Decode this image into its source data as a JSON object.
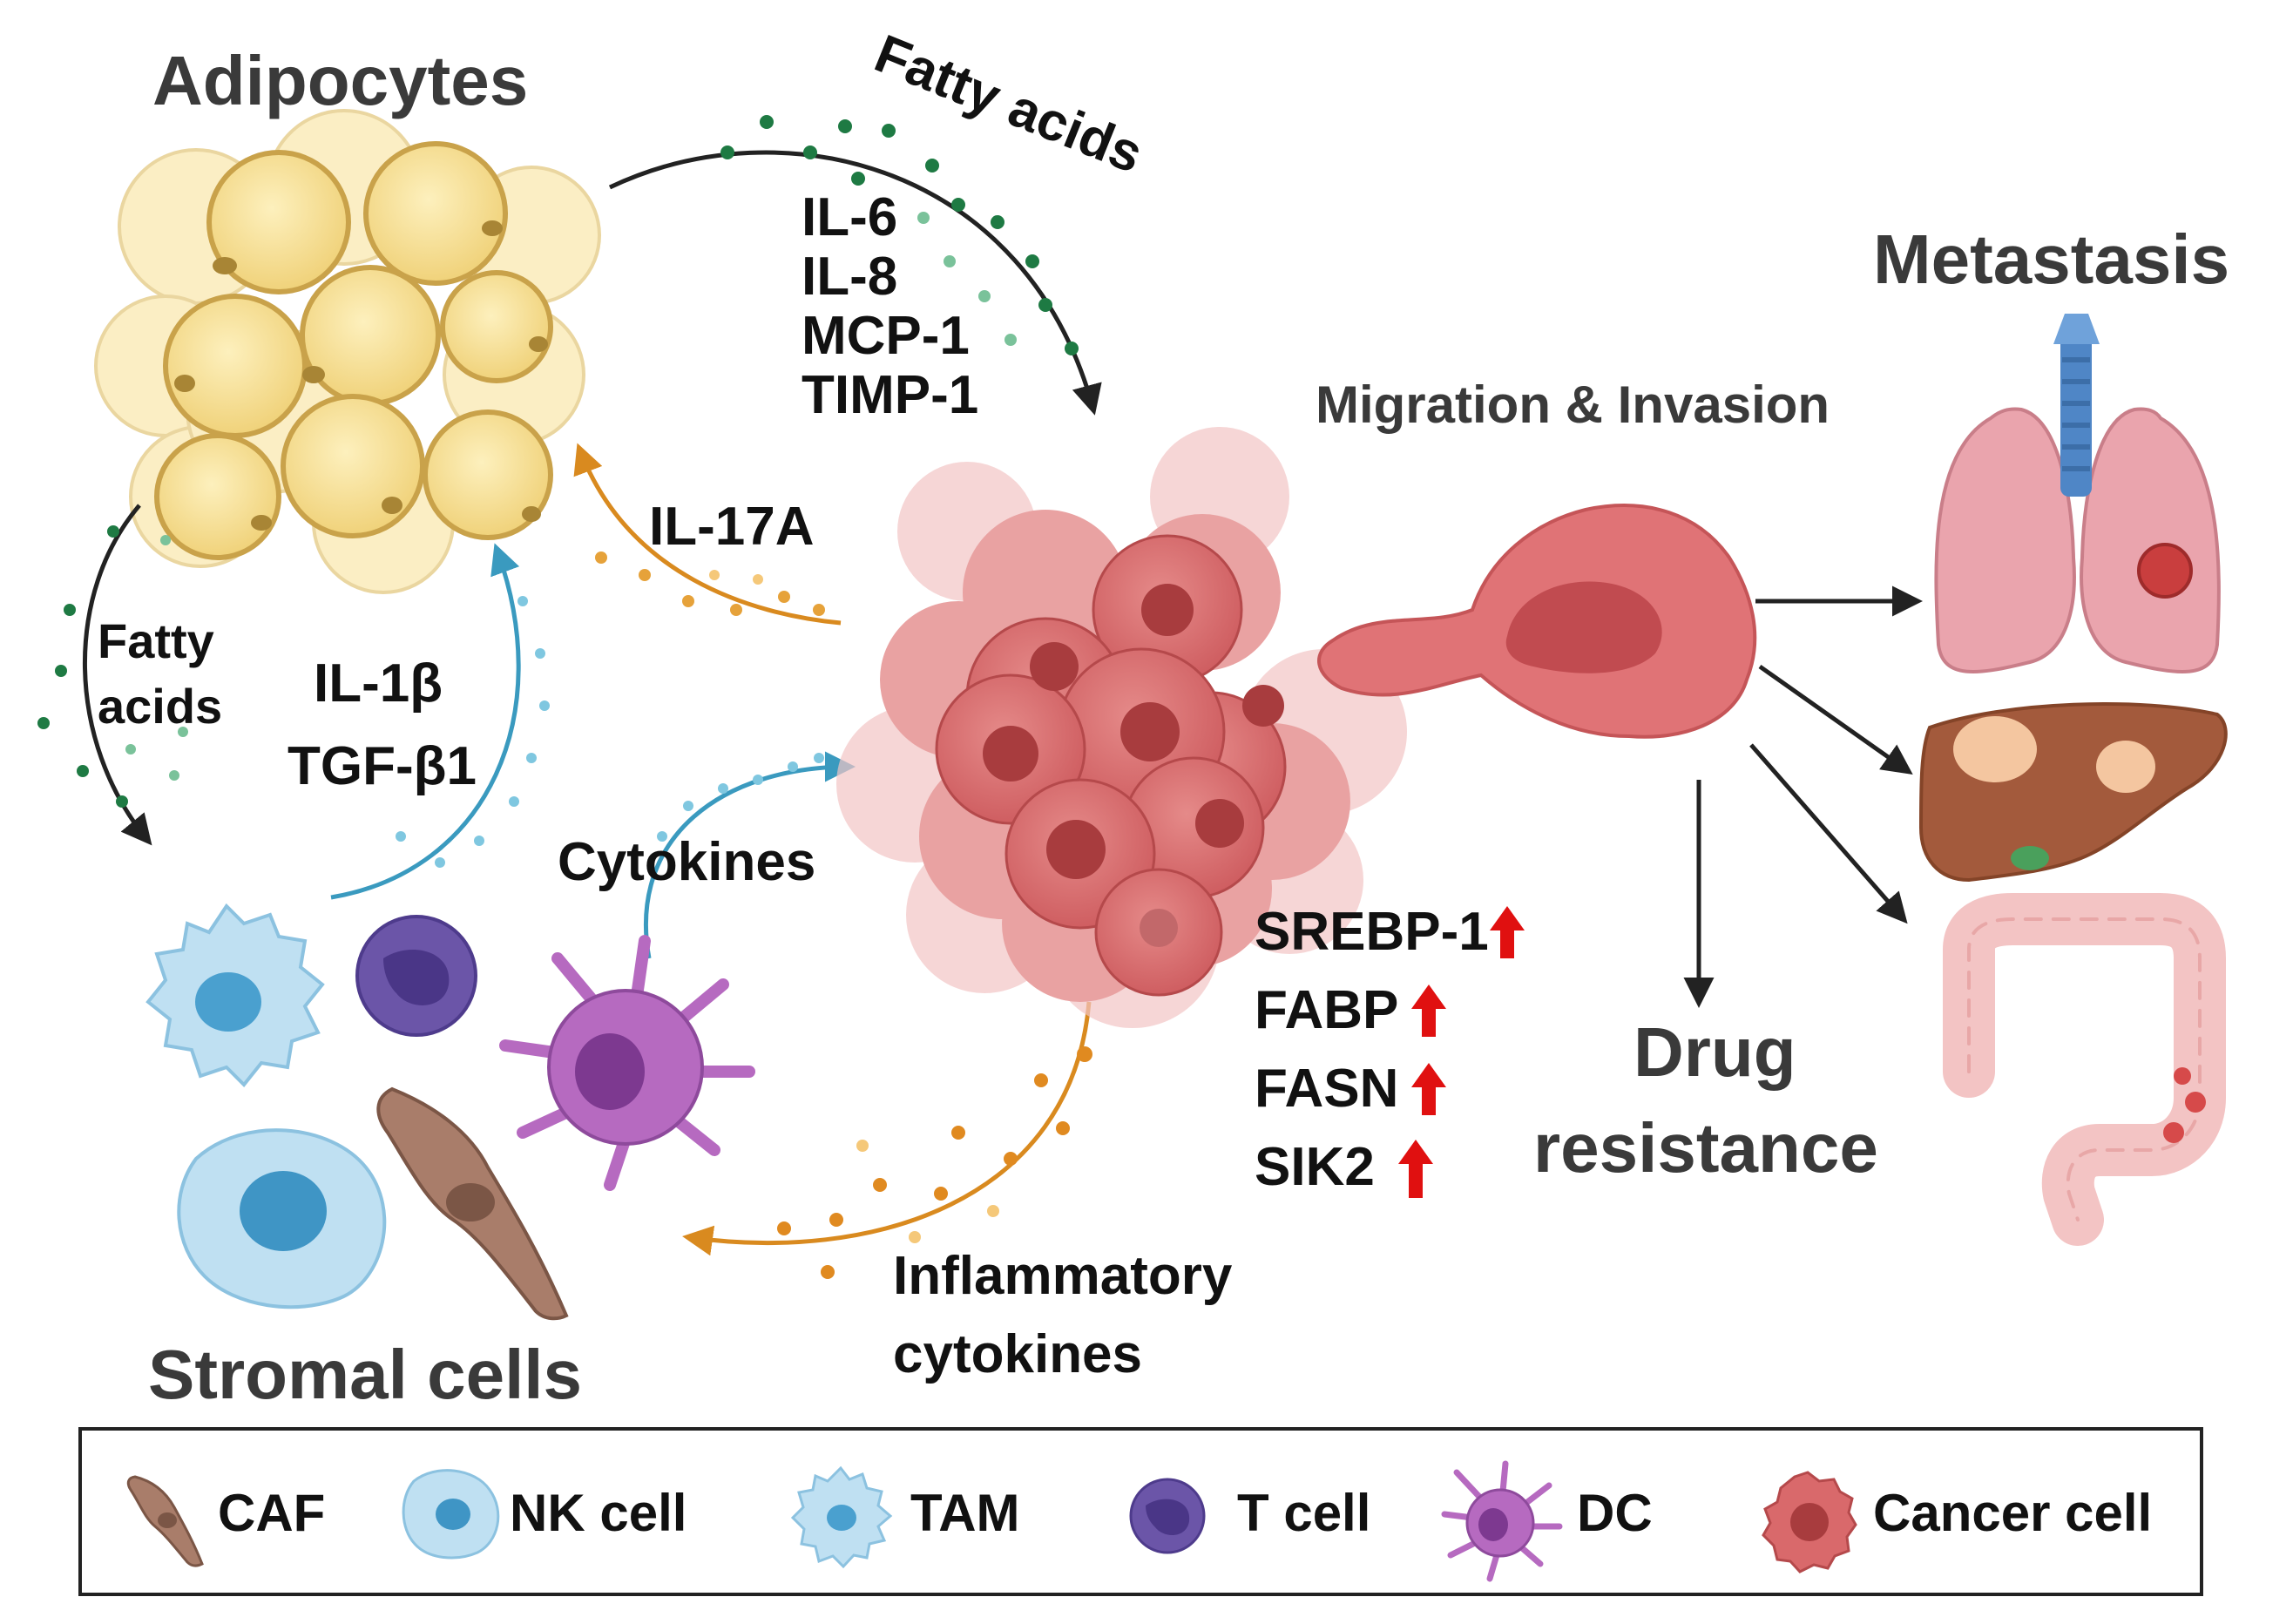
{
  "labels": {
    "adipocytes": "Adipocytes",
    "stromal_cells": "Stromal cells",
    "metastasis": "Metastasis",
    "migration_invasion": "Migration & Invasion",
    "drug_resistance_1": "Drug",
    "drug_resistance_2": "resistance",
    "fatty_acids_top": "Fatty acids",
    "fatty_acids_left_1": "Fatty",
    "fatty_acids_left_2": "acids",
    "il17a": "IL-17A",
    "cytokines": "Cytokines",
    "inflammatory_1": "Inflammatory",
    "inflammatory_2": "cytokines"
  },
  "secreted_factors": [
    "IL-6",
    "IL-8",
    "MCP-1",
    "TIMP-1"
  ],
  "stromal_factors": [
    "IL-1β",
    "TGF-β1"
  ],
  "upregulated_genes": [
    "SREBP-1",
    "FABP",
    "FASN",
    "SIK2"
  ],
  "legend": [
    {
      "label": "CAF",
      "icon": "caf-icon"
    },
    {
      "label": "NK cell",
      "icon": "nk-cell-icon"
    },
    {
      "label": "TAM",
      "icon": "tam-icon"
    },
    {
      "label": "T cell",
      "icon": "t-cell-icon"
    },
    {
      "label": "DC",
      "icon": "dc-icon"
    },
    {
      "label": "Cancer cell",
      "icon": "cancer-cell-icon"
    }
  ],
  "colors": {
    "adipocyte_fill": "#f5dc8e",
    "adipocyte_stroke": "#c9a24a",
    "fatty_acid_dot": "#1e7a43",
    "adipo_to_tumor_arrow": "#222222",
    "il17a_arrow": "#d98a1f",
    "stromal_arrow": "#3a9abf",
    "cancer_fill": "#d9696b",
    "cancer_nucleus": "#a83c3e",
    "up_arrow": "#e01010",
    "caf_fill": "#a97d6a",
    "nk_fill": "#bfe0f2",
    "tam_fill": "#bfe0f2",
    "t_cell_fill": "#6b55a8",
    "dc_fill": "#b66ac0"
  }
}
